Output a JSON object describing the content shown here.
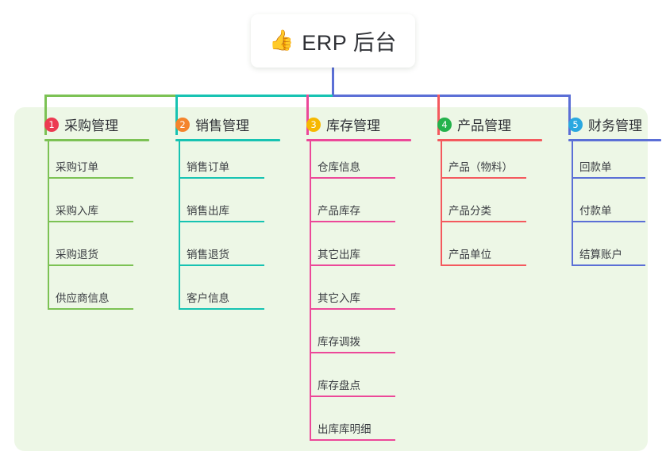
{
  "diagram": {
    "title": "ERP 后台",
    "type": "mind-map",
    "canvas_color": "#edf7e6",
    "root": {
      "icon": "thumbs-up-icon",
      "emoji": "👍",
      "label": "ERP 后台",
      "card_color": "#ffffff"
    },
    "connector_bus": {
      "segments": [
        {
          "name": "green-segment",
          "color": "#7cc254"
        },
        {
          "name": "teal-segment",
          "color": "#17c3b2"
        },
        {
          "name": "blue-segment",
          "color": "#5b6fd6"
        }
      ],
      "stem_color": "#5b6fd6"
    },
    "branches": [
      {
        "number": "1",
        "label": "采购管理",
        "badge_color": "#ec3a52",
        "line_color": "#7cc254",
        "items": [
          "采购订单",
          "采购入库",
          "采购退货",
          "供应商信息"
        ]
      },
      {
        "number": "2",
        "label": "销售管理",
        "badge_color": "#f4842c",
        "line_color": "#17c3b2",
        "items": [
          "销售订单",
          "销售出库",
          "销售退货",
          "客户信息"
        ]
      },
      {
        "number": "3",
        "label": "库存管理",
        "badge_color": "#f6b800",
        "line_color": "#ec4899",
        "items": [
          "仓库信息",
          "产品库存",
          "其它出库",
          "其它入库",
          "库存调拨",
          "库存盘点",
          "出库库明细"
        ]
      },
      {
        "number": "4",
        "label": "产品管理",
        "badge_color": "#24b24c",
        "line_color": "#f4595e",
        "items": [
          "产品（物料）",
          "产品分类",
          "产品单位"
        ]
      },
      {
        "number": "5",
        "label": "财务管理",
        "badge_color": "#2aa8e0",
        "line_color": "#5b6fd6",
        "items": [
          "回款单",
          "付款单",
          "结算账户"
        ]
      }
    ]
  }
}
